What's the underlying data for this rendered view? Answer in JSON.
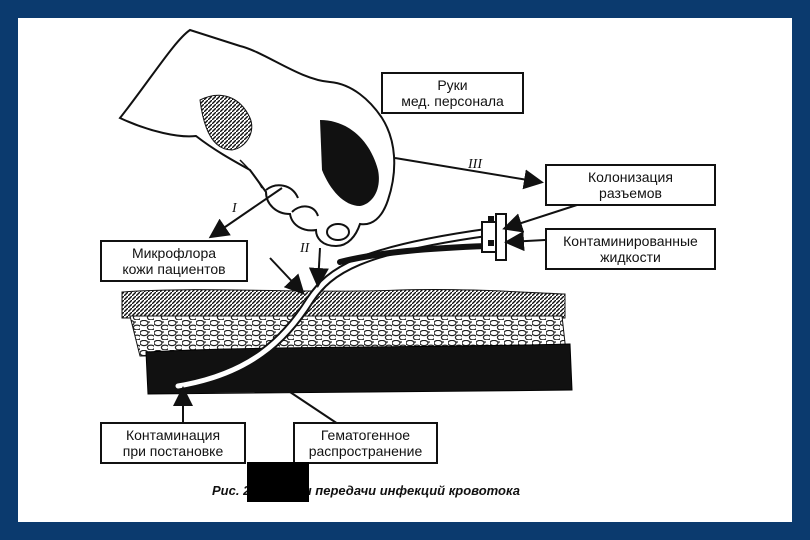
{
  "labels": {
    "hands": [
      "Руки",
      "мед. персонала"
    ],
    "colonization": [
      "Колонизация",
      "разъемов"
    ],
    "contaminated_fluids": [
      "Контаминированные",
      "жидкости"
    ],
    "skin_flora": [
      "Микрофлора",
      "кожи пациентов"
    ],
    "insertion": [
      "Контаминация",
      "при постановке"
    ],
    "hematogenous": [
      "Гематогенное",
      "распространение"
    ]
  },
  "pathway_markers": {
    "one": "I",
    "two": "II",
    "three": "III"
  },
  "caption": {
    "prefix": "Рис. 29.1.",
    "text": "Пути передачи инфекций кровотока"
  },
  "colors": {
    "background": "#0b3a6e",
    "paper": "#ffffff",
    "ink": "#111111"
  }
}
